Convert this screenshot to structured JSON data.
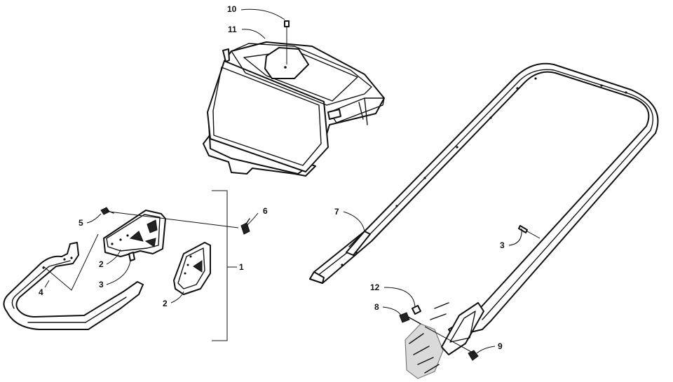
{
  "callouts": {
    "c1": "1",
    "c2a": "2",
    "c2b": "2",
    "c3a": "3",
    "c3b": "3",
    "c4": "4",
    "c5": "5",
    "c6": "6",
    "c7": "7",
    "c8": "8",
    "c9": "9",
    "c10": "10",
    "c11": "11",
    "c12": "12"
  },
  "colors": {
    "line": "#111111",
    "shade": "#bdbdbd",
    "background": "#ffffff"
  }
}
